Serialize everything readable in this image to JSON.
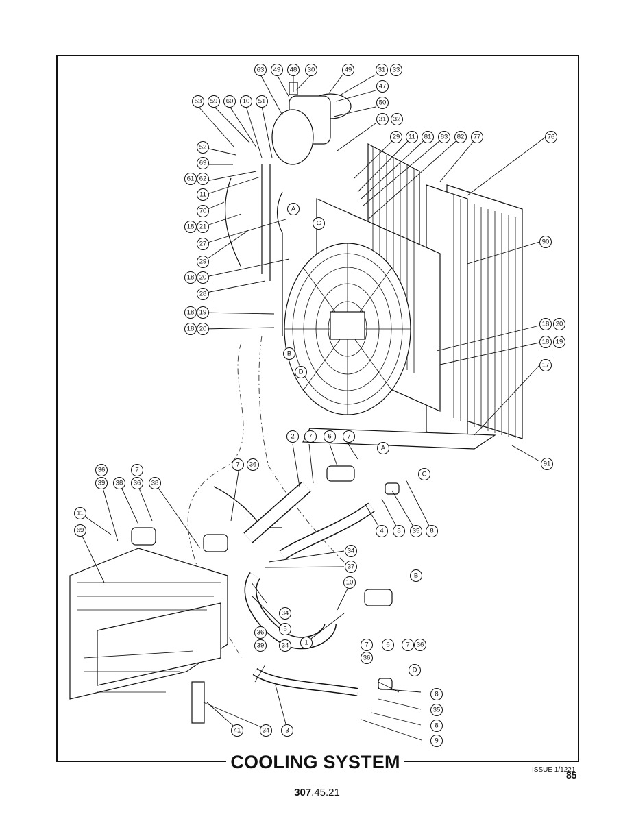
{
  "title": "COOLING SYSTEM",
  "issue": "ISSUE 1/1221",
  "page_number": "85",
  "doc_number_bold": "307",
  "doc_number_rest": ".45.21",
  "callouts": [
    "63",
    "49",
    "48",
    "30",
    "49",
    "31",
    "33",
    "47",
    "50",
    "31",
    "32",
    "53",
    "59",
    "60",
    "10",
    "51",
    "52",
    "69",
    "61",
    "62",
    "11",
    "70",
    "18",
    "21",
    "27",
    "29",
    "18",
    "20",
    "28",
    "18",
    "19",
    "18",
    "20",
    "29",
    "11",
    "81",
    "83",
    "82",
    "77",
    "76",
    "90",
    "18",
    "20",
    "18",
    "19",
    "17",
    "91",
    "A",
    "B",
    "C",
    "D",
    "2",
    "7",
    "6",
    "7",
    "A",
    "7",
    "36",
    "36",
    "7",
    "39",
    "38",
    "36",
    "38",
    "C",
    "11",
    "69",
    "4",
    "8",
    "35",
    "8",
    "34",
    "37",
    "10",
    "B",
    "34",
    "5",
    "6",
    "7",
    "36",
    "36",
    "39",
    "34",
    "1",
    "7",
    "36",
    "D",
    "8",
    "35",
    "8",
    "9",
    "41",
    "34",
    "3"
  ]
}
